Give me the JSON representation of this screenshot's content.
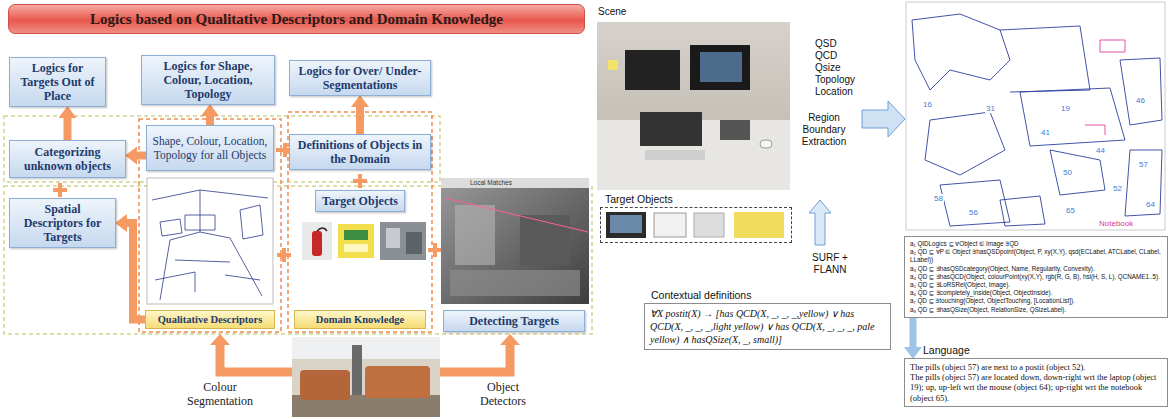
{
  "diagram": {
    "title": "Logics based on Qualitative Descriptors and Domain Knowledge",
    "nodes": [
      {
        "text": [
          "Logics for Targets Out of Place"
        ]
      },
      {
        "text": [
          "Logics for Shape, Colour, Location, Topology"
        ]
      },
      {
        "text": [
          "Logics for Over/ Under- Segmentations"
        ]
      },
      {
        "text": [
          "Categorizing unknown objects"
        ]
      },
      {
        "text": [
          "Shape, Colour, Location, Topology for all Objects"
        ]
      },
      {
        "text": [
          "Definitions of Objects in the Domain"
        ]
      },
      {
        "text": [
          "Target Objects"
        ]
      },
      {
        "text": [
          "Spatial Descriptors for Targets"
        ]
      },
      {
        "text": [
          "Qualitative Descriptors"
        ]
      },
      {
        "text": [
          "Domain Knowledge"
        ]
      },
      {
        "text": [
          "Detecting Targets"
        ]
      },
      {
        "text": [
          "Target Objects"
        ]
      },
      {
        "text": [
          "Contextual definitions",
          "∀X postit(X) → [has QCD(X, _, _, _,yellow) ∨ has QCD(X, _, _, _,light yellow) ∨ has QCD(X, _, _, _, pale yellow) ∧ hasQSize(X, _, small)]"
        ]
      },
      {
        "text": [
          "a₁ QIDLogics ⊑ ∀Object ∈ Image ∃QD",
          "a₂ QD ⊑ ∀P ∈ Object ∃hasQSDpoint(Object, P, xy(X,Y), qsd(ECLabel, ATCLabel, CLabel, LLabel))",
          "a₃ QD ⊑ ∃hasQSDcategory(Object, Name, Regularity, Convexity).",
          "a₄ QD ⊑ ∃hasQCD(Object, colourPoint(xy(X,Y), rgb(R, G, B), hsl(H, S, L), QCNAME1..5).",
          "a₅ QD ⊑ ∃LoRSRel(Object, Image).",
          "a₆ QD ⊑ ∃completely_inside(Object, ObjectInside).",
          "a₇ QD ⊑ ∃touching(Object, ObjectTouching, [LocationList]).",
          "a₈ QD ⊑ ∃hasQSize(Object, RelationSize, QSizeLabel)."
        ]
      },
      {
        "text": [
          "Language",
          "The pills (object 57) are next to a postit (object 52).",
          "The pills (object 57) are located down, down-right wrt the laptop (object 19); up, up-left wrt the mouse (object 64); up-right wrt the notebook (object 65)."
        ]
      }
    ],
    "edges": [
      {
        "from": 4,
        "to": 1,
        "arrow": "to"
      },
      {
        "from": 4,
        "to": 3,
        "arrow": "to"
      },
      {
        "from": 3,
        "to": 0,
        "arrow": "to"
      },
      {
        "from": 5,
        "to": 2,
        "arrow": "to"
      },
      {
        "from": 8,
        "to": 7,
        "arrow": "to"
      },
      {
        "from": 13,
        "to": 14,
        "arrow": "to"
      }
    ],
    "labels": [
      "Colour Segmentation",
      "Object Detectors",
      "Local Matches",
      "Scene",
      "Region Boundary Extraction",
      "QSD",
      "QCD",
      "Qsize",
      "Topology",
      "Location",
      "SURF + FLANN",
      "16",
      "31",
      "41",
      "44",
      "46",
      "50",
      "56",
      "58",
      "19",
      "52",
      "57",
      "64",
      "65",
      "Notebook"
    ]
  }
}
